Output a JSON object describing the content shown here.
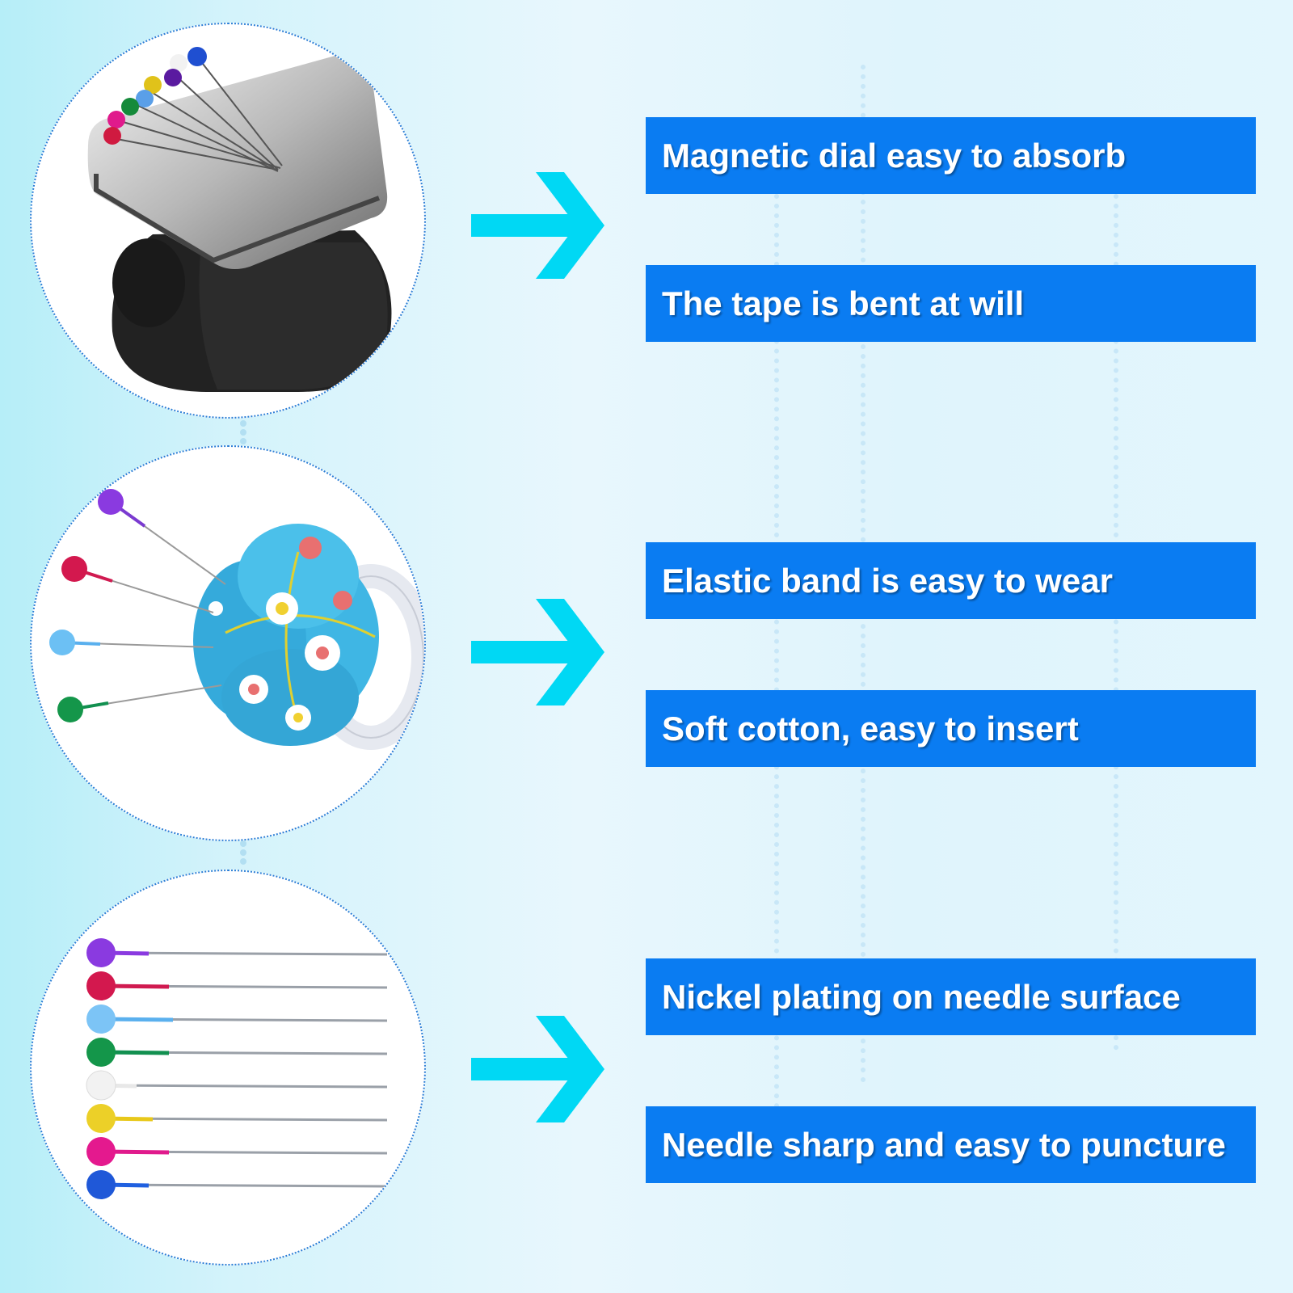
{
  "colors": {
    "feature_bg": "#0a7cf2",
    "feature_text": "#ffffff",
    "arrow": "#00d8f4",
    "circle_border": "#2d7fd6"
  },
  "icons": [
    "magnetic-wristband-image",
    "pin-cushion-image",
    "pins-image",
    "arrow-right-icon"
  ],
  "sections": [
    {
      "features": [
        "Magnetic dial easy to absorb",
        "The tape is bent at will"
      ]
    },
    {
      "features": [
        "Elastic band is easy to wear",
        "Soft cotton, easy to insert"
      ]
    },
    {
      "features": [
        "Nickel plating on needle surface",
        "Needle sharp and easy to puncture"
      ]
    }
  ]
}
